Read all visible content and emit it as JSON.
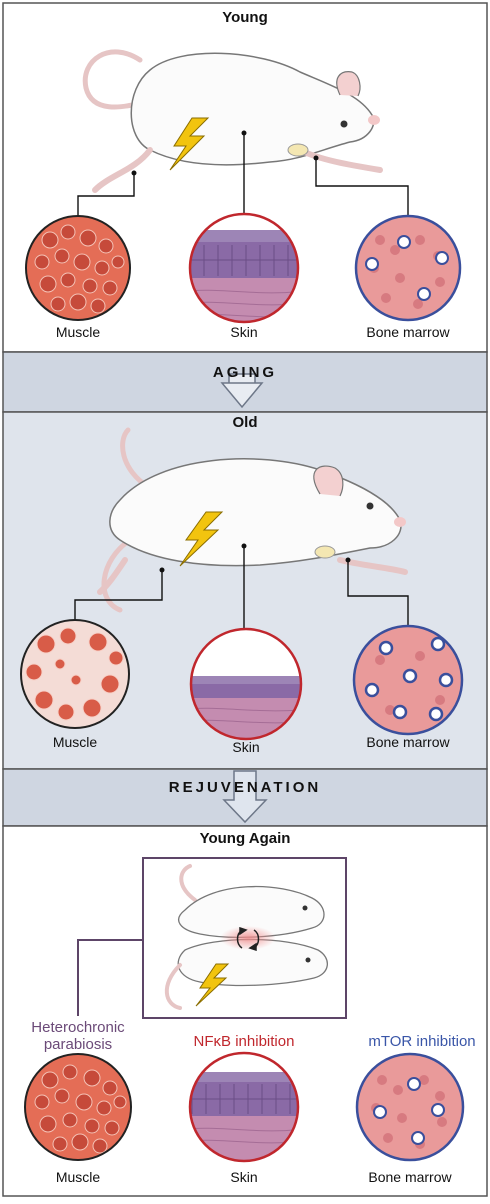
{
  "panels": {
    "young": {
      "title": "Young",
      "labels": {
        "muscle": "Muscle",
        "skin": "Skin",
        "marrow": "Bone marrow"
      }
    },
    "aging_arrow": {
      "label": "AGING"
    },
    "old": {
      "title": "Old",
      "labels": {
        "muscle": "Muscle",
        "skin": "Skin",
        "marrow": "Bone marrow"
      }
    },
    "rejuv_arrow": {
      "label": "REJUVENATION"
    },
    "young_again": {
      "title": "Young Again",
      "interventions": {
        "parabiosis_line1": "Heterochronic",
        "parabiosis_line2": "parabiosis",
        "nfkb": "NFκB inhibition",
        "mtor": "mTOR inhibition"
      },
      "labels": {
        "muscle": "Muscle",
        "skin": "Skin",
        "marrow": "Bone marrow"
      }
    }
  },
  "colors": {
    "muscle_ring": "#333333",
    "skin_ring": "#c0272d",
    "marrow_ring": "#3a4f9c",
    "parabiosis_text": "#6b4a78",
    "nfkb_text": "#c0272d",
    "mtor_text": "#3a56a8",
    "panel_bg_old": "#dfe4ec",
    "arrow_band": "#cfd6e1",
    "bolt": "#f2c40f"
  },
  "icons": [
    "lightning-bolt-icon",
    "rotation-arrows-icon",
    "down-arrow-icon"
  ]
}
